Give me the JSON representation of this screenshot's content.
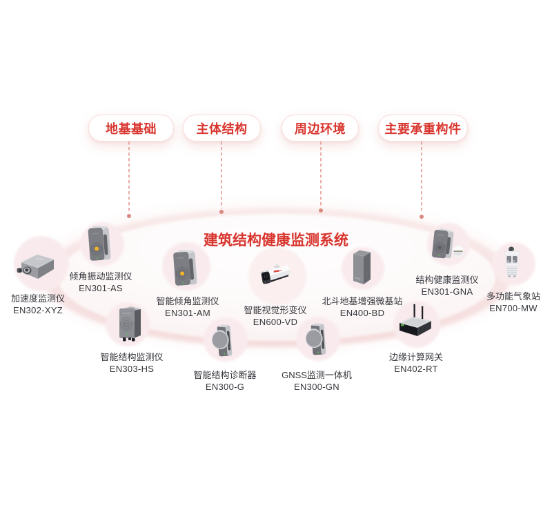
{
  "title": "建筑结构健康监测系统",
  "categories": [
    {
      "label": "地基基础"
    },
    {
      "label": "主体结构"
    },
    {
      "label": "周边环境"
    },
    {
      "label": "主要承重构件"
    }
  ],
  "devices": [
    {
      "name": "加速度监测仪",
      "model": "EN302-XYZ"
    },
    {
      "name": "倾角振动监测仪",
      "model": "EN301-AS"
    },
    {
      "name": "智能倾角监测仪",
      "model": "EN301-AM"
    },
    {
      "name": "智能结构监测仪",
      "model": "EN303-HS"
    },
    {
      "name": "智能结构诊断器",
      "model": "EN300-G"
    },
    {
      "name": "智能视觉形变仪",
      "model": "EN600-VD"
    },
    {
      "name": "GNSS监测一体机",
      "model": "EN300-GN"
    },
    {
      "name": "北斗地基增强微基站",
      "model": "EN400-BD"
    },
    {
      "name": "结构健康监测仪",
      "model": "EN301-GNA"
    },
    {
      "name": "多功能气象站",
      "model": "EN700-MW"
    },
    {
      "name": "边缘计算网关",
      "model": "EN402-RT"
    }
  ],
  "colors": {
    "accent_red": "#d8352e",
    "platform_pink": "#f6e2e2",
    "halo_pink": "#f9ebec",
    "label_text": "#34363b",
    "device_gray": "#85868c",
    "sensor_yellow": "#f0b42c",
    "led_green": "#5cb85c"
  }
}
